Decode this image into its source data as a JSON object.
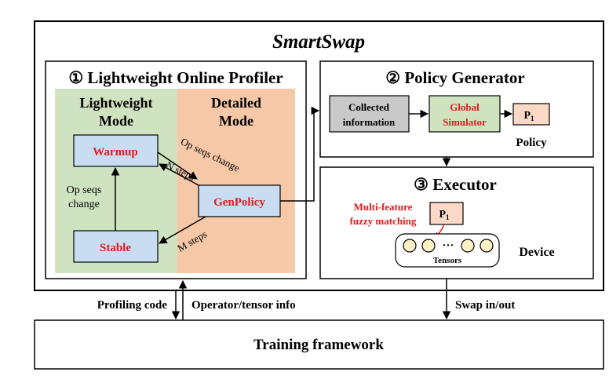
{
  "title": "SmartSwap",
  "profiler": {
    "title": "① Lightweight Online Profiler",
    "light_mode_line1": "Lightweight",
    "light_mode_line2": "Mode",
    "detail_mode_line1": "Detailed",
    "detail_mode_line2": "Mode",
    "warmup": "Warmup",
    "genpolicy": "GenPolicy",
    "stable": "Stable",
    "op_seqs_change_top": "Op seqs change",
    "n_steps": "N steps",
    "op_seqs_left_line1": "Op seqs",
    "op_seqs_left_line2": "change",
    "m_steps": "M steps"
  },
  "policy_generator": {
    "title": "② Policy Generator",
    "collected_line1": "Collected",
    "collected_line2": "information",
    "simulator_line1": "Global",
    "simulator_line2": "Simulator",
    "p_label": "P",
    "p_sub": "1",
    "policy_label": "Policy"
  },
  "executor": {
    "title": "③ Executor",
    "fuzzy_line1": "Multi-feature",
    "fuzzy_line2": "fuzzy matching",
    "p_label": "P",
    "p_sub": "1",
    "ellipsis": "···",
    "tensors_label": "Tensors",
    "device_label": "Device"
  },
  "bottom": {
    "profiling_code": "Profiling code",
    "operator_info": "Operator/tensor info",
    "swap": "Swap in/out",
    "framework": "Training framework"
  },
  "colors": {
    "light_green": "#cfe3c0",
    "light_orange": "#f7c8a8",
    "state_blue": "#c9ddf2",
    "collected_gray": "#c9c9c9",
    "simulator_green": "#cfe3c0",
    "policy_peach": "#fbd9c6",
    "accent_red": "#e01b1b"
  }
}
